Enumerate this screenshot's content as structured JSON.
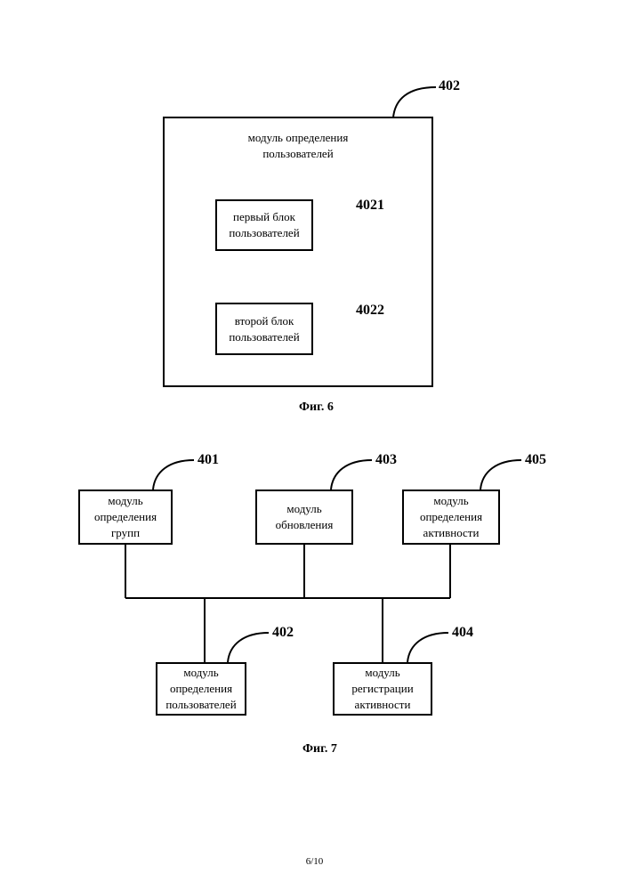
{
  "fig6": {
    "outer_ref": "402",
    "outer_title": [
      "модуль определения",
      "пользователей"
    ],
    "blocks": [
      {
        "ref": "4021",
        "label": [
          "первый блок",
          "пользователей"
        ]
      },
      {
        "ref": "4022",
        "label": [
          "второй блок",
          "пользователей"
        ]
      }
    ],
    "caption": "Фиг. 6"
  },
  "fig7": {
    "top_modules": [
      {
        "ref": "401",
        "label": [
          "модуль",
          "определения",
          "групп"
        ]
      },
      {
        "ref": "403",
        "label": [
          "модуль",
          "обновления"
        ]
      },
      {
        "ref": "405",
        "label": [
          "модуль",
          "определения",
          "активности"
        ]
      }
    ],
    "bottom_modules": [
      {
        "ref": "402",
        "label": [
          "модуль",
          "определения",
          "пользователей"
        ]
      },
      {
        "ref": "404",
        "label": [
          "модуль",
          "регистрации",
          "активности"
        ]
      }
    ],
    "caption": "Фиг. 7"
  },
  "page_number": "6/10"
}
